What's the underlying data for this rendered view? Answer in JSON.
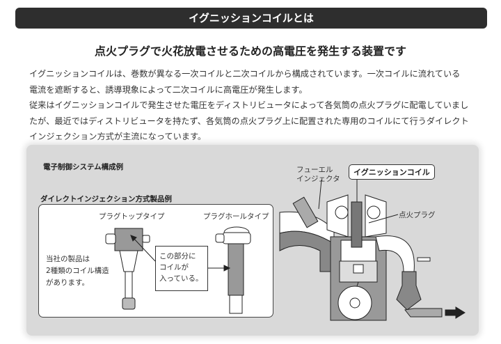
{
  "header": {
    "title": "イグニッションコイルとは"
  },
  "subtitle": "点火プラグで火花放電させるための高電圧を発生する装置です",
  "body": {
    "lines": [
      "イグニッションコイルは、巻数が異なる一次コイルと二次コイルから構成されています。一次コイルに流れている",
      "電流を遮断すると、誘導現象によって二次コイルに高電圧が発生します。",
      "従来はイグニッションコイルで発生させた電圧をディストリビュータによって各気筒の点火プラグに配電していまし",
      "たが、最近ではディストリビュータを持たず、各気筒の点火プラグ上に配置された専用のコイルにて行うダイレクト",
      "インジェクション方式が主流になっています。"
    ]
  },
  "figure": {
    "system_label": "電子制御システム構成例",
    "product_label": "ダイレクトインジェクション方式製品例",
    "plug_top": "プラグトップタイプ",
    "plug_hole": "プラグホールタイプ",
    "note": [
      "当社の製品は",
      "2種類のコイル構造",
      "があります。"
    ],
    "callout": [
      "この部分に",
      "コイルが",
      "入っている。"
    ],
    "fuel_injector": [
      "フューエル",
      "インジェクタ"
    ],
    "ignition_coil": "イグニッションコイル",
    "spark_plug": "点火プラグ"
  }
}
